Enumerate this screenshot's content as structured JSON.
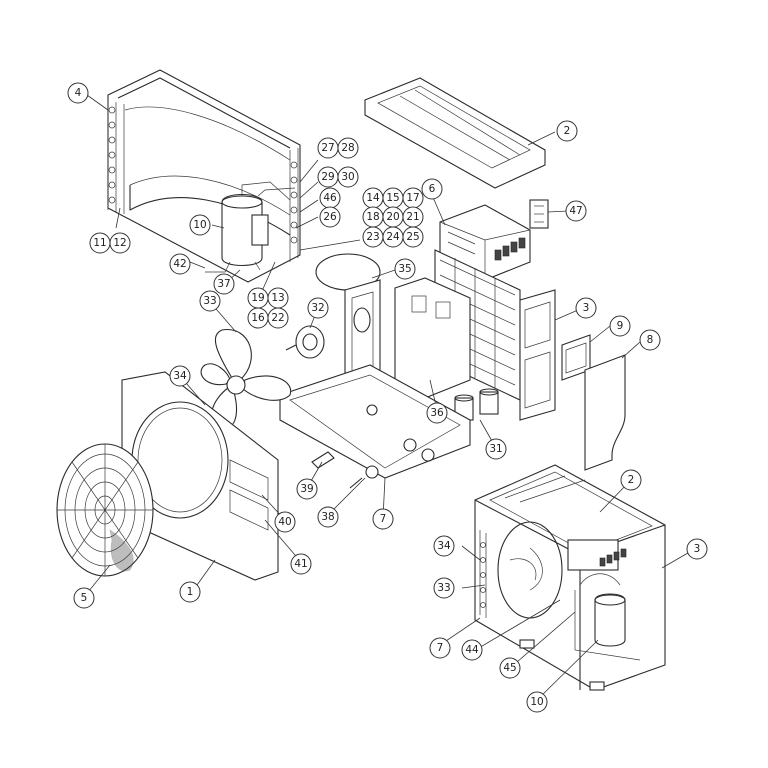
{
  "callouts": [
    {
      "label": "4"
    },
    {
      "label": "2"
    },
    {
      "label": "27"
    },
    {
      "label": "28"
    },
    {
      "label": "29"
    },
    {
      "label": "30"
    },
    {
      "label": "46"
    },
    {
      "label": "26"
    },
    {
      "label": "14"
    },
    {
      "label": "15"
    },
    {
      "label": "17"
    },
    {
      "label": "18"
    },
    {
      "label": "20"
    },
    {
      "label": "21"
    },
    {
      "label": "23"
    },
    {
      "label": "24"
    },
    {
      "label": "25"
    },
    {
      "label": "6"
    },
    {
      "label": "47"
    },
    {
      "label": "10"
    },
    {
      "label": "11"
    },
    {
      "label": "12"
    },
    {
      "label": "42"
    },
    {
      "label": "35"
    },
    {
      "label": "37"
    },
    {
      "label": "19"
    },
    {
      "label": "13"
    },
    {
      "label": "16"
    },
    {
      "label": "22"
    },
    {
      "label": "32"
    },
    {
      "label": "33"
    },
    {
      "label": "3"
    },
    {
      "label": "9"
    },
    {
      "label": "8"
    },
    {
      "label": "34"
    },
    {
      "label": "36"
    },
    {
      "label": "31"
    },
    {
      "label": "39"
    },
    {
      "label": "38"
    },
    {
      "label": "7"
    },
    {
      "label": "40"
    },
    {
      "label": "41"
    },
    {
      "label": "2"
    },
    {
      "label": "3"
    },
    {
      "label": "34"
    },
    {
      "label": "33"
    },
    {
      "label": "7"
    },
    {
      "label": "44"
    },
    {
      "label": "45"
    },
    {
      "label": "10"
    },
    {
      "label": "5"
    },
    {
      "label": "1"
    }
  ]
}
